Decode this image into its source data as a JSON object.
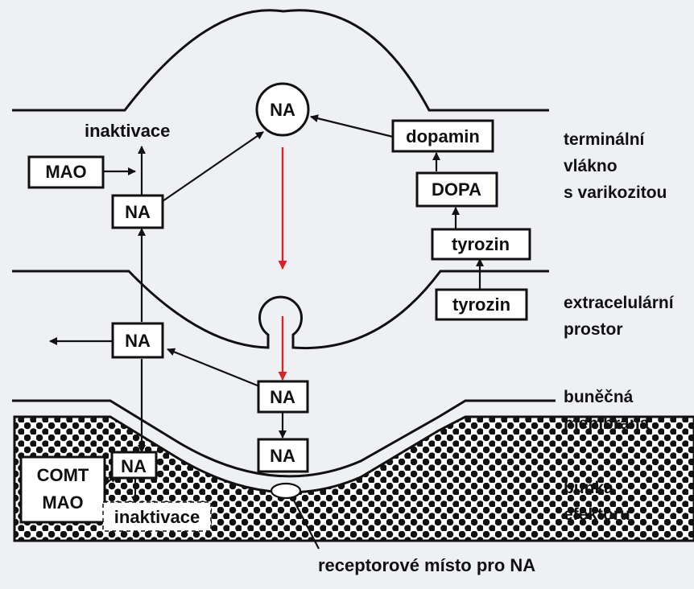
{
  "colors": {
    "background": "#eef0f3",
    "ink": "#111111",
    "release_arrow": "#d4262a",
    "box_fill": "#ffffff"
  },
  "labels": {
    "inaktivace_top": "inaktivace",
    "mao_top": "MAO",
    "na_left_top": "NA",
    "na_vesicle": "NA",
    "dopamin": "dopamin",
    "dopa": "DOPA",
    "tyrozin_inner": "tyrozin",
    "tyrozin_outer": "tyrozin",
    "na_left_mid": "NA",
    "na_cleft": "NA",
    "na_receptor": "NA",
    "na_effector": "NA",
    "comt": "COMT",
    "mao_bottom": "MAO",
    "inaktivace_bottom": "inaktivace",
    "receptor_site": "receptorové místo pro NA"
  },
  "side_labels": {
    "terminal": [
      "terminální",
      "vlákno",
      "s varikozitou"
    ],
    "extracellular": [
      "extracelulární",
      "prostor"
    ],
    "membrane": [
      "buněčná",
      "membrána"
    ],
    "effector": [
      "buňka",
      "efektoru"
    ]
  }
}
